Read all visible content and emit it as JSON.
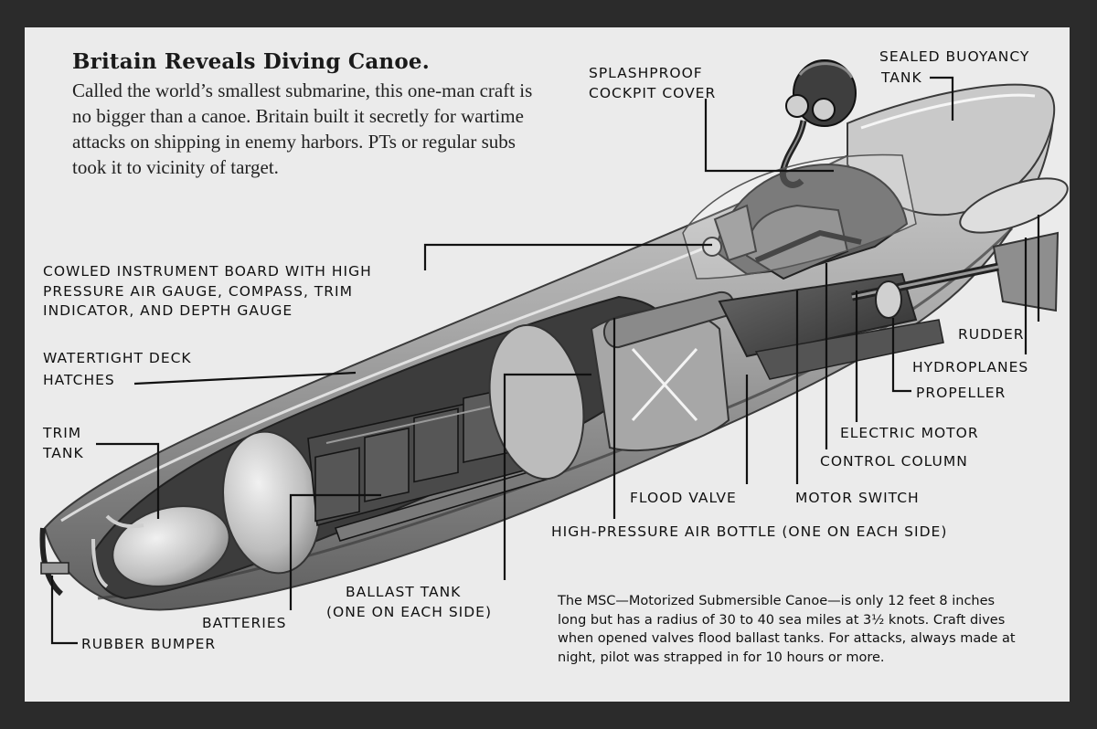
{
  "article": {
    "headline": "Britain Reveals Diving Canoe.",
    "intro": "Called the world’s smallest submarine, this one-man craft is no bigger than a canoe. Britain built it secretly for wartime attacks on shipping in enemy harbors. PTs or regular subs took it to vicinity of target.",
    "caption": "The MSC—Motorized Submersible Canoe—is only 12 feet 8 inches long but has a radius of 30 to 40 sea miles at 3½ knots. Craft dives when opened valves flood ballast tanks. For attacks, always made at night, pilot was strapped in for 10 hours or more."
  },
  "labels": {
    "splashproof_l1": "SPLASHPROOF",
    "splashproof_l2": "COCKPIT COVER",
    "sealed_l1": "SEALED BUOYANCY",
    "sealed_l2": "TANK",
    "cowled_l1": "COWLED INSTRUMENT BOARD WITH HIGH",
    "cowled_l2": "PRESSURE AIR GAUGE, COMPASS, TRIM",
    "cowled_l3": "INDICATOR, AND DEPTH GAUGE",
    "watertight_l1": "WATERTIGHT DECK",
    "watertight_l2": "HATCHES",
    "trim_l1": "TRIM",
    "trim_l2": "TANK",
    "rudder": "RUDDER",
    "hydroplanes": "HYDROPLANES",
    "propeller": "PROPELLER",
    "electric_motor": "ELECTRIC MOTOR",
    "control_column": "CONTROL COLUMN",
    "flood_valve": "FLOOD VALVE",
    "motor_switch": "MOTOR SWITCH",
    "air_bottle": "HIGH-PRESSURE AIR BOTTLE (ONE ON EACH SIDE)",
    "ballast_l1": "BALLAST TANK",
    "ballast_l2": "(ONE ON EACH SIDE)",
    "batteries": "BATTERIES",
    "rubber_bumper": "RUBBER BUMPER"
  }
}
